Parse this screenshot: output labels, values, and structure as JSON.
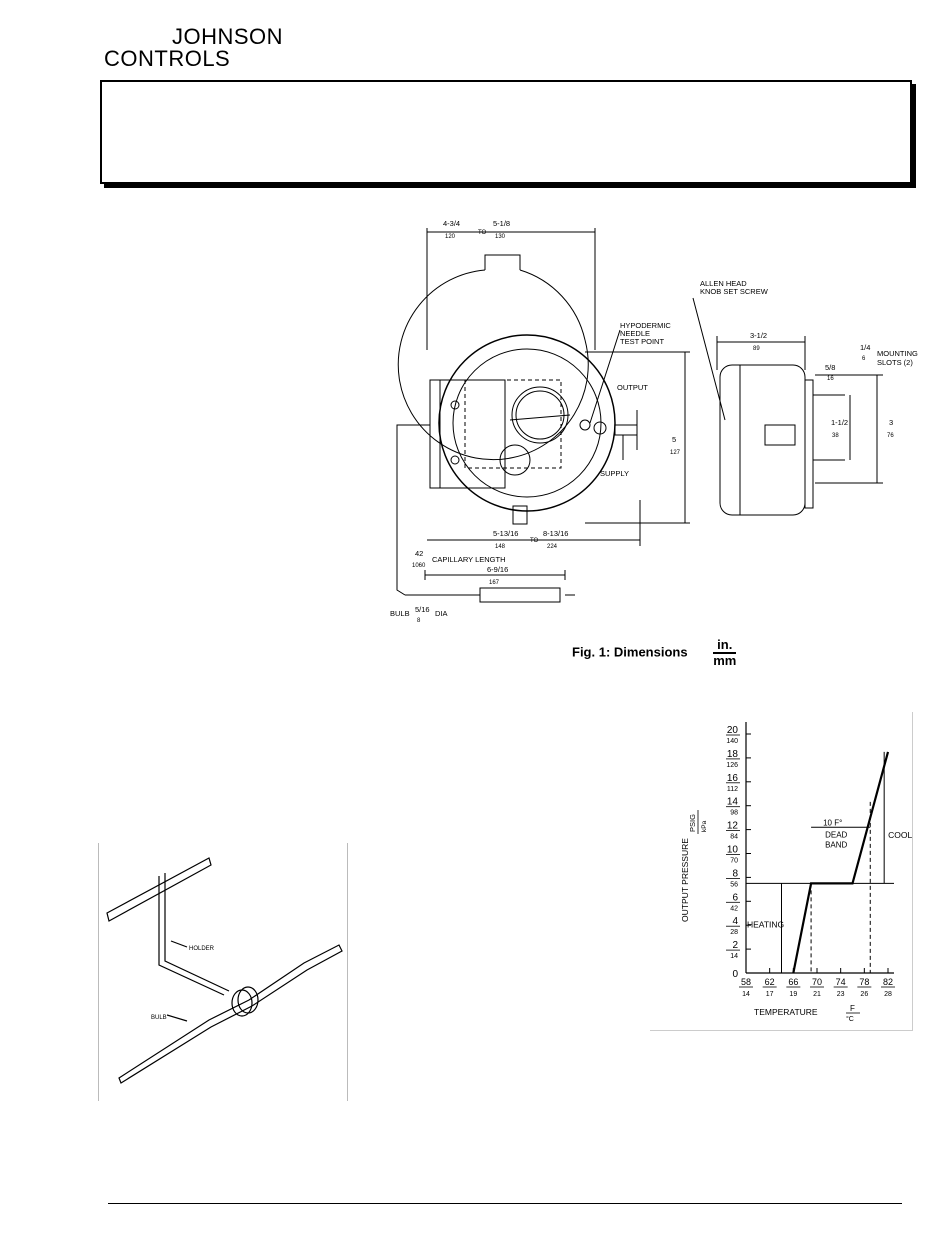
{
  "logo": {
    "line1": "JOHNSON",
    "line2": "CONTROLS"
  },
  "figure1": {
    "overall_width": "4-3/4",
    "overall_width_mm": "120",
    "to_width": "5-1/8",
    "to_width_mm": "130",
    "to": "TO",
    "test_point_label": [
      "HYPODERMIC",
      "NEEDLE",
      "TEST POINT"
    ],
    "allen_head_label": [
      "ALLEN HEAD",
      "KNOB SET SCREW"
    ],
    "depth": "3-1/2",
    "depth_mm": "89",
    "slot": "5/8",
    "slot_mm": "16",
    "mount_slot": "1/4",
    "mount_slot_mm": "6",
    "mounting_label": [
      "MOUNTING",
      "SLOTS (2)"
    ],
    "output_label": "OUTPUT",
    "supply_label": "SUPPLY",
    "height": "5",
    "height_mm": "127",
    "spacing": "1-1/2",
    "spacing_mm": "38",
    "side_height": "3",
    "side_height_mm": "76",
    "base_width": "5-13/16",
    "base_width_mm": "148",
    "base_to": "8-13/16",
    "base_to_mm": "224",
    "capillary": "42",
    "capillary_mm": "1060",
    "capillary_label": "CAPILLARY LENGTH",
    "bulb_length": "6-9/16",
    "bulb_length_mm": "167",
    "bulb_label": "BULB",
    "bulb_dia": "5/16",
    "bulb_dia_mm": "8",
    "dia_label": "DIA",
    "caption": "Fig. 1: Dimensions",
    "unit_top": "in.",
    "unit_bottom": "mm"
  },
  "figure2": {
    "holder_label": "HOLDER",
    "bulb_label": "BULB"
  },
  "chart_data": {
    "type": "line",
    "xlabel": "TEMPERATURE",
    "xunit_top": "F",
    "xunit_bottom": "°C",
    "ylabel": "OUTPUT PRESSURE",
    "yunit_top": "PSIG",
    "yunit_bottom": "kPa",
    "x_ticks_f": [
      "58",
      "62",
      "66",
      "70",
      "74",
      "78",
      "82"
    ],
    "x_ticks_c": [
      "14",
      "17",
      "19",
      "21",
      "23",
      "26",
      "28"
    ],
    "y_ticks_psig": [
      "0",
      "2",
      "4",
      "6",
      "8",
      "10",
      "12",
      "14",
      "16",
      "18",
      "20"
    ],
    "y_ticks_kpa": [
      "",
      "14",
      "28",
      "42",
      "56",
      "70",
      "84",
      "98",
      "112",
      "126",
      "140"
    ],
    "xlim": [
      58,
      82
    ],
    "ylim": [
      0,
      20
    ],
    "series": [
      {
        "x": [
          66,
          69,
          76,
          82
        ],
        "y": [
          0,
          7.5,
          7.5,
          18.5
        ]
      }
    ],
    "annotations": {
      "deadband": [
        "10 F°",
        "DEAD",
        "BAND"
      ],
      "heating": "HEATING",
      "cooling": "COOLING",
      "deadband_start": 69,
      "deadband_end": 79,
      "heating_x": 64,
      "cooling_x": 80,
      "level_y": 7.5,
      "top_y": 18.5
    }
  }
}
